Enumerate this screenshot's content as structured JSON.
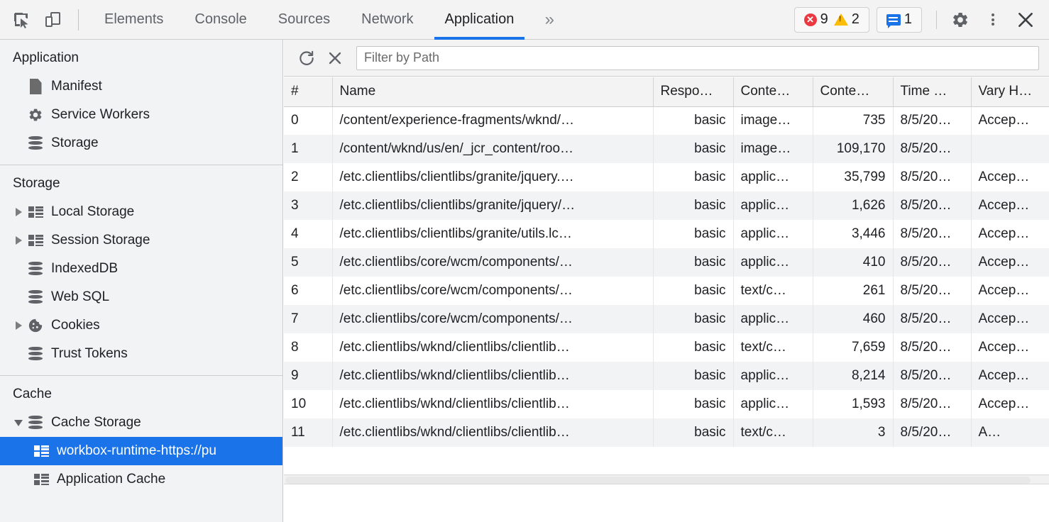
{
  "toolbar": {
    "inspect_icon": "inspect-cursor-icon",
    "device_icon": "device-toolbar-icon",
    "tabs": [
      {
        "label": "Elements",
        "active": false
      },
      {
        "label": "Console",
        "active": false
      },
      {
        "label": "Sources",
        "active": false
      },
      {
        "label": "Network",
        "active": false
      },
      {
        "label": "Application",
        "active": true
      }
    ],
    "more_tabs_label": "»",
    "errors_count": "9",
    "warnings_count": "2",
    "messages_count": "1",
    "settings_icon": "gear-icon",
    "kebab_icon": "more-vertical-icon",
    "close_icon": "close-icon",
    "accent_color": "#1a73e8",
    "error_color": "#eb3941",
    "warning_color": "#fbbc04"
  },
  "sidebar": {
    "sections": [
      {
        "title": "Application",
        "items": [
          {
            "label": "Manifest",
            "icon": "document-icon",
            "arrow": "none",
            "indent": 1,
            "selected": false
          },
          {
            "label": "Service Workers",
            "icon": "gear-icon",
            "arrow": "none",
            "indent": 1,
            "selected": false
          },
          {
            "label": "Storage",
            "icon": "database-icon",
            "arrow": "none",
            "indent": 1,
            "selected": false
          }
        ]
      },
      {
        "title": "Storage",
        "items": [
          {
            "label": "Local Storage",
            "icon": "table-icon",
            "arrow": "right",
            "indent": 1,
            "selected": false
          },
          {
            "label": "Session Storage",
            "icon": "table-icon",
            "arrow": "right",
            "indent": 1,
            "selected": false
          },
          {
            "label": "IndexedDB",
            "icon": "database-icon",
            "arrow": "none",
            "indent": 1,
            "selected": false
          },
          {
            "label": "Web SQL",
            "icon": "database-icon",
            "arrow": "none",
            "indent": 1,
            "selected": false
          },
          {
            "label": "Cookies",
            "icon": "cookie-icon",
            "arrow": "right",
            "indent": 1,
            "selected": false
          },
          {
            "label": "Trust Tokens",
            "icon": "database-icon",
            "arrow": "none",
            "indent": 1,
            "selected": false
          }
        ]
      },
      {
        "title": "Cache",
        "items": [
          {
            "label": "Cache Storage",
            "icon": "database-icon",
            "arrow": "down",
            "indent": 1,
            "selected": false
          },
          {
            "label": "workbox-runtime-https://pu",
            "icon": "table-icon",
            "arrow": "none",
            "indent": 2,
            "selected": true
          },
          {
            "label": "Application Cache",
            "icon": "table-icon",
            "arrow": "none",
            "indent": 2,
            "selected": false
          }
        ]
      }
    ],
    "selected_color": "#1a73e8"
  },
  "main": {
    "refresh_icon": "refresh-icon",
    "delete_icon": "clear-x-icon",
    "filter": {
      "placeholder": "Filter by Path",
      "value": ""
    },
    "table": {
      "columns": [
        "#",
        "Name",
        "Respo…",
        "Conte…",
        "Conte…",
        "Time …",
        "Vary H…"
      ],
      "rows": [
        {
          "num": "0",
          "name": "/content/experience-fragments/wknd/…",
          "response": "basic",
          "content_type": "image…",
          "content_length": "735",
          "time": "8/5/20…",
          "vary": "Accep…"
        },
        {
          "num": "1",
          "name": "/content/wknd/us/en/_jcr_content/roo…",
          "response": "basic",
          "content_type": "image…",
          "content_length": "109,170",
          "time": "8/5/20…",
          "vary": ""
        },
        {
          "num": "2",
          "name": "/etc.clientlibs/clientlibs/granite/jquery.…",
          "response": "basic",
          "content_type": "applic…",
          "content_length": "35,799",
          "time": "8/5/20…",
          "vary": "Accep…"
        },
        {
          "num": "3",
          "name": "/etc.clientlibs/clientlibs/granite/jquery/…",
          "response": "basic",
          "content_type": "applic…",
          "content_length": "1,626",
          "time": "8/5/20…",
          "vary": "Accep…"
        },
        {
          "num": "4",
          "name": "/etc.clientlibs/clientlibs/granite/utils.lc…",
          "response": "basic",
          "content_type": "applic…",
          "content_length": "3,446",
          "time": "8/5/20…",
          "vary": "Accep…"
        },
        {
          "num": "5",
          "name": "/etc.clientlibs/core/wcm/components/…",
          "response": "basic",
          "content_type": "applic…",
          "content_length": "410",
          "time": "8/5/20…",
          "vary": "Accep…"
        },
        {
          "num": "6",
          "name": "/etc.clientlibs/core/wcm/components/…",
          "response": "basic",
          "content_type": "text/c…",
          "content_length": "261",
          "time": "8/5/20…",
          "vary": "Accep…"
        },
        {
          "num": "7",
          "name": "/etc.clientlibs/core/wcm/components/…",
          "response": "basic",
          "content_type": "applic…",
          "content_length": "460",
          "time": "8/5/20…",
          "vary": "Accep…"
        },
        {
          "num": "8",
          "name": "/etc.clientlibs/wknd/clientlibs/clientlib…",
          "response": "basic",
          "content_type": "text/c…",
          "content_length": "7,659",
          "time": "8/5/20…",
          "vary": "Accep…"
        },
        {
          "num": "9",
          "name": "/etc.clientlibs/wknd/clientlibs/clientlib…",
          "response": "basic",
          "content_type": "applic…",
          "content_length": "8,214",
          "time": "8/5/20…",
          "vary": "Accep…"
        },
        {
          "num": "10",
          "name": "/etc.clientlibs/wknd/clientlibs/clientlib…",
          "response": "basic",
          "content_type": "applic…",
          "content_length": "1,593",
          "time": "8/5/20…",
          "vary": "Accep…"
        },
        {
          "num": "11",
          "name": "/etc.clientlibs/wknd/clientlibs/clientlib…",
          "response": "basic",
          "content_type": "text/c…",
          "content_length": "3",
          "time": "8/5/20…",
          "vary": "A…"
        }
      ]
    }
  }
}
